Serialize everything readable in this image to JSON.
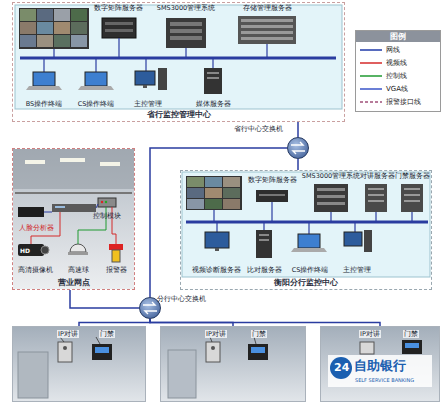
{
  "diagram": {
    "nodes": [
      {
        "text": [
          "省行监控管理中心"
        ]
      },
      {
        "text": [
          "数字矩阵服务器"
        ],
        "in": 0
      },
      {
        "text": [
          "SMS3000管理系统"
        ],
        "in": 0
      },
      {
        "text": [
          "存储管理服务器"
        ],
        "in": 0
      },
      {
        "text": [
          "BS操作终端"
        ],
        "in": 0
      },
      {
        "text": [
          "CS操作终端"
        ],
        "in": 0
      },
      {
        "text": [
          "主控管理"
        ],
        "in": 0
      },
      {
        "text": [
          "媒体服务器"
        ],
        "in": 0
      },
      {
        "text": [
          "省行中心交换机"
        ]
      },
      {
        "text": [
          "营业网点"
        ]
      },
      {
        "text": [
          "人脸分析器"
        ],
        "in": 9
      },
      {
        "text": [
          "控制模块"
        ],
        "in": 9
      },
      {
        "text": [
          "高清摄像机"
        ],
        "in": 9
      },
      {
        "text": [
          "高速球"
        ],
        "in": 9
      },
      {
        "text": [
          "报警器"
        ],
        "in": 9
      },
      {
        "text": [
          "衡阳分行监控中心"
        ]
      },
      {
        "text": [
          "数字矩阵服务器"
        ],
        "in": 15
      },
      {
        "text": [
          "SMS3000管理系统"
        ],
        "in": 15
      },
      {
        "text": [
          "对讲服务器"
        ],
        "in": 15
      },
      {
        "text": [
          "门禁服务器"
        ],
        "in": 15
      },
      {
        "text": [
          "视频诊断服务器"
        ],
        "in": 15
      },
      {
        "text": [
          "比对服务器"
        ],
        "in": 15
      },
      {
        "text": [
          "CS操作终端"
        ],
        "in": 15
      },
      {
        "text": [
          "主控管理"
        ],
        "in": 15
      },
      {
        "text": [
          "分行中心交换机"
        ]
      },
      {
        "text": [
          "IP对讲",
          "门禁"
        ]
      },
      {
        "text": [
          "IP对讲",
          "门禁"
        ]
      },
      {
        "text": [
          "IP对讲",
          "门禁"
        ]
      }
    ],
    "edges": [
      {
        "from": 8,
        "to": 0,
        "arrow": "none"
      },
      {
        "from": 8,
        "to": 15,
        "arrow": "none"
      },
      {
        "from": 8,
        "to": 24,
        "arrow": "none"
      },
      {
        "from": 24,
        "to": 9,
        "arrow": "none"
      },
      {
        "from": 24,
        "to": 25,
        "arrow": "none"
      },
      {
        "from": 24,
        "to": 26,
        "arrow": "none"
      },
      {
        "from": 24,
        "to": 27,
        "arrow": "none"
      }
    ],
    "labels": [
      "图例",
      "HD",
      "24",
      "自助银行",
      "SELF SERVICE BANKING"
    ],
    "legend": [
      {
        "text": "网线"
      },
      {
        "text": "视频线"
      },
      {
        "text": "控制线"
      },
      {
        "text": "VGA线"
      },
      {
        "text": "报警接口线"
      }
    ]
  }
}
